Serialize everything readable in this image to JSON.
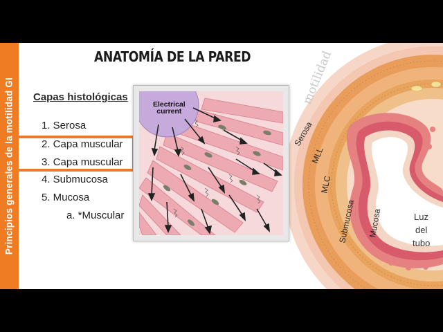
{
  "slide": {
    "title": "ANATOMÍA DE LA PARED",
    "side_label": "Principios generales de la motilidad GI",
    "subtitle": "Capas histológicas",
    "items": [
      "1. Serosa",
      "2. Capa muscular",
      "3. Capa muscular",
      "4. Submucosa",
      "5. Mucosa",
      "a. *Muscular"
    ],
    "highlight_color": "#e97a2d",
    "accent_color": "#ef7b23"
  },
  "popup": {
    "label_line1": "Electrical",
    "label_line2": "current"
  },
  "anatomy": {
    "watermark": "motilidad",
    "labels": {
      "serosa": "Serosa",
      "mll": "MLL",
      "mlc": "MLC",
      "submucosa": "Submucosa",
      "mucosa": "Mucosa",
      "lumen_1": "Luz",
      "lumen_2": "del",
      "lumen_3": "tubo"
    }
  }
}
